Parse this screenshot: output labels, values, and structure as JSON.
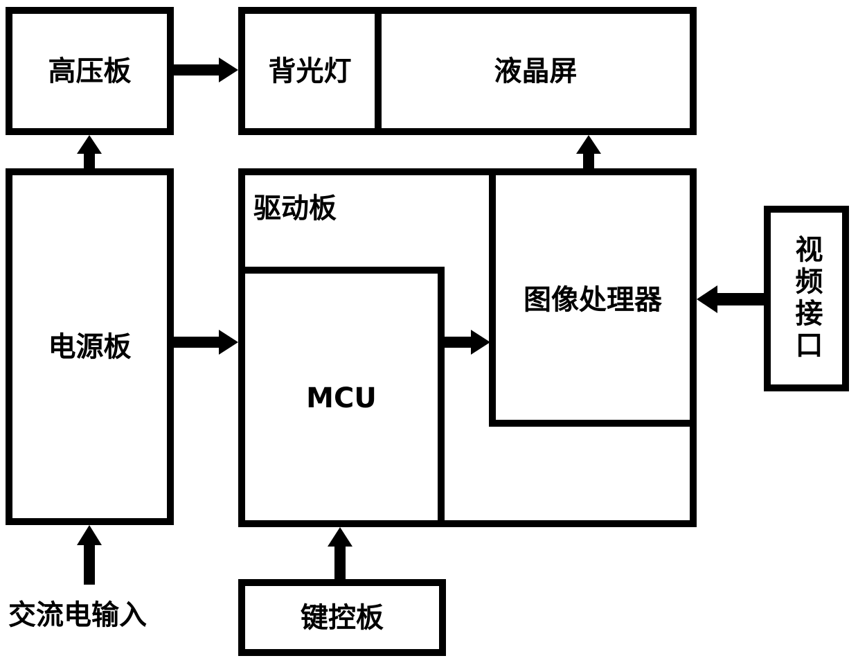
{
  "blocks": {
    "high_voltage_board": "高压板",
    "backlight": "背光灯",
    "lcd_screen": "液晶屏",
    "power_board": "电源板",
    "driver_board": "驱动板",
    "mcu": "MCU",
    "image_processor": "图像处理器",
    "video_interface": "视频接口",
    "keypad_board": "键控板",
    "ac_input": "交流电输入"
  }
}
